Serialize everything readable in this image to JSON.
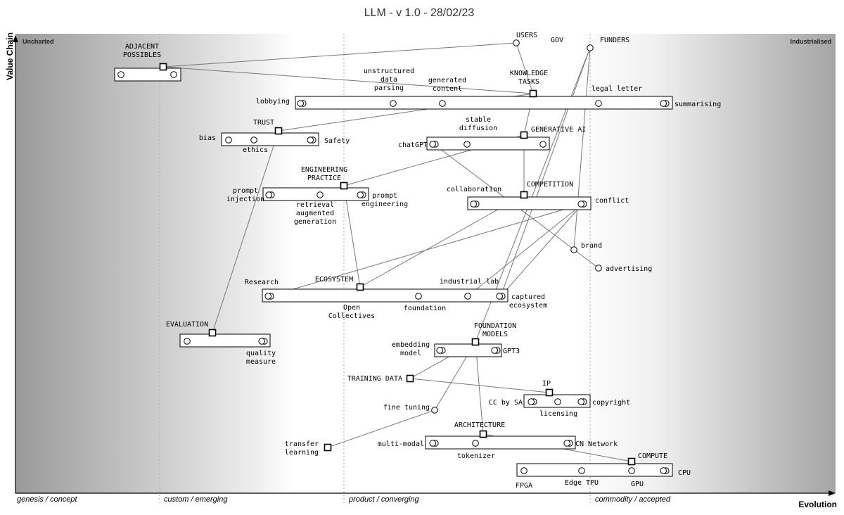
{
  "title": "LLM - v 1.0 - 28/02/23",
  "axes": {
    "y_label": "Value Chain",
    "x_label": "Evolution",
    "stages": [
      "genesis / concept",
      "custom / emerging",
      "product / converging",
      "commodity / accepted"
    ],
    "left_corner": "Uncharted",
    "right_corner": "Industrialised"
  },
  "nodes": [
    {
      "id": "users",
      "label": [
        "USERS"
      ],
      "shape": "circle"
    },
    {
      "id": "gov",
      "label": [
        "GOV"
      ],
      "shape": "none"
    },
    {
      "id": "funders",
      "label": [
        "FUNDERS"
      ],
      "shape": "circle"
    },
    {
      "id": "adjacent",
      "label": [
        "ADJACENT",
        "POSSIBLES"
      ],
      "shape": "square"
    },
    {
      "id": "knowledge",
      "label": [
        "KNOWLEDGE",
        "TASKS"
      ],
      "shape": "square"
    },
    {
      "id": "unstructured",
      "label": [
        "unstructured",
        "data",
        "parsing"
      ],
      "shape": "circle"
    },
    {
      "id": "generated",
      "label": [
        "generated",
        "content"
      ],
      "shape": "circle"
    },
    {
      "id": "lobbying",
      "label": [
        "lobbying"
      ],
      "shape": "double"
    },
    {
      "id": "legal",
      "label": [
        "legal letter"
      ],
      "shape": "circle"
    },
    {
      "id": "summarising",
      "label": [
        "summarising"
      ],
      "shape": "double"
    },
    {
      "id": "trust",
      "label": [
        "TRUST"
      ],
      "shape": "square"
    },
    {
      "id": "bias",
      "label": [
        "bias"
      ],
      "shape": "circle"
    },
    {
      "id": "ethics",
      "label": [
        "ethics"
      ],
      "shape": "circle"
    },
    {
      "id": "safety",
      "label": [
        "Safety"
      ],
      "shape": "double"
    },
    {
      "id": "generative",
      "label": [
        "GENERATIVE AI"
      ],
      "shape": "square"
    },
    {
      "id": "stable",
      "label": [
        "stable",
        "diffusion"
      ],
      "shape": "circle"
    },
    {
      "id": "chatgpt",
      "label": [
        "chatGPT"
      ],
      "shape": "double"
    },
    {
      "id": "gen_right",
      "label": [],
      "shape": "circle"
    },
    {
      "id": "engineering",
      "label": [
        "ENGINEERING",
        "PRACTICE"
      ],
      "shape": "square"
    },
    {
      "id": "prompt_inj",
      "label": [
        "prompt",
        "injection"
      ],
      "shape": "double"
    },
    {
      "id": "rag",
      "label": [
        "retrieval",
        "augmented",
        "generation"
      ],
      "shape": "circle"
    },
    {
      "id": "prompt_eng",
      "label": [
        "prompt",
        "engineering"
      ],
      "shape": "double"
    },
    {
      "id": "competition",
      "label": [
        "COMPETITION"
      ],
      "shape": "square"
    },
    {
      "id": "collaboration",
      "label": [
        "collaboration"
      ],
      "shape": "double"
    },
    {
      "id": "conflict",
      "label": [
        "conflict"
      ],
      "shape": "double"
    },
    {
      "id": "brand",
      "label": [
        "brand"
      ],
      "shape": "circle"
    },
    {
      "id": "advertising",
      "label": [
        "advertising"
      ],
      "shape": "circle"
    },
    {
      "id": "ecosystem",
      "label": [
        "ECOSYSTEM"
      ],
      "shape": "square"
    },
    {
      "id": "research",
      "label": [
        "Research"
      ],
      "shape": "double"
    },
    {
      "id": "open_coll",
      "label": [
        "Open",
        "Collectives"
      ],
      "shape": "none"
    },
    {
      "id": "foundation",
      "label": [
        "foundation"
      ],
      "shape": "circle"
    },
    {
      "id": "industrial",
      "label": [
        "industrial lab"
      ],
      "shape": "circle"
    },
    {
      "id": "captured",
      "label": [
        "captured",
        "ecosystem"
      ],
      "shape": "double"
    },
    {
      "id": "evaluation",
      "label": [
        "EVALUATION"
      ],
      "shape": "square"
    },
    {
      "id": "eval_left",
      "label": [],
      "shape": "circle"
    },
    {
      "id": "quality",
      "label": [
        "quality",
        "measure"
      ],
      "shape": "double"
    },
    {
      "id": "foundation_models",
      "label": [
        "FOUNDATION",
        "MODELS"
      ],
      "shape": "square"
    },
    {
      "id": "embedding",
      "label": [
        "embedding",
        "model"
      ],
      "shape": "double"
    },
    {
      "id": "gpt3",
      "label": [
        "GPT3"
      ],
      "shape": "double"
    },
    {
      "id": "training",
      "label": [
        "TRAINING DATA"
      ],
      "shape": "square"
    },
    {
      "id": "ip",
      "label": [
        "IP"
      ],
      "shape": "square"
    },
    {
      "id": "ccbysa",
      "label": [
        "CC by SA"
      ],
      "shape": "double"
    },
    {
      "id": "licensing",
      "label": [
        "licensing"
      ],
      "shape": "circle"
    },
    {
      "id": "copyright",
      "label": [
        "copyright"
      ],
      "shape": "double"
    },
    {
      "id": "fine_tuning",
      "label": [
        "fine tuning"
      ],
      "shape": "circle"
    },
    {
      "id": "transfer",
      "label": [
        "transfer",
        "learning"
      ],
      "shape": "square"
    },
    {
      "id": "architecture",
      "label": [
        "ARCHITECTURE"
      ],
      "shape": "square"
    },
    {
      "id": "multimodal",
      "label": [
        "multi-modal"
      ],
      "shape": "double"
    },
    {
      "id": "tokenizer",
      "label": [
        "tokenizer"
      ],
      "shape": "circle"
    },
    {
      "id": "cn_network",
      "label": [
        "CN Network"
      ],
      "shape": "double"
    },
    {
      "id": "compute",
      "label": [
        "COMPUTE"
      ],
      "shape": "square"
    },
    {
      "id": "fpga",
      "label": [
        "FPGA"
      ],
      "shape": "circle"
    },
    {
      "id": "edgetpu",
      "label": [
        "Edge TPU"
      ],
      "shape": "circle"
    },
    {
      "id": "gpu",
      "label": [
        "GPU"
      ],
      "shape": "circle"
    },
    {
      "id": "cpu",
      "label": [
        "CPU"
      ],
      "shape": "double"
    },
    {
      "id": "adj_left",
      "label": [],
      "shape": "circle"
    },
    {
      "id": "adj_right",
      "label": [],
      "shape": "circle"
    }
  ],
  "pipelines": [
    "adjacent",
    "knowledge",
    "trust",
    "generative",
    "engineering",
    "competition",
    "ecosystem",
    "evaluation",
    "foundation_models",
    "ip",
    "architecture",
    "compute"
  ],
  "edges": [
    [
      "users",
      "adjacent"
    ],
    [
      "users",
      "knowledge"
    ],
    [
      "adjacent",
      "knowledge"
    ],
    [
      "knowledge",
      "trust"
    ],
    [
      "knowledge",
      "generative"
    ],
    [
      "funders",
      "captured"
    ],
    [
      "funders",
      "brand"
    ],
    [
      "funders",
      "foundation_models"
    ],
    [
      "generative",
      "engineering"
    ],
    [
      "generative",
      "competition"
    ],
    [
      "chatgpt",
      "advertising"
    ],
    [
      "engineering",
      "ecosystem"
    ],
    [
      "trust",
      "evaluation"
    ],
    [
      "competition",
      "ecosystem"
    ],
    [
      "conflict",
      "research"
    ],
    [
      "conflict",
      "industrial"
    ],
    [
      "conflict",
      "captured"
    ],
    [
      "foundation_models",
      "training"
    ],
    [
      "foundation_models",
      "fine_tuning"
    ],
    [
      "foundation_models",
      "architecture"
    ],
    [
      "training",
      "ip"
    ],
    [
      "fine_tuning",
      "transfer"
    ],
    [
      "architecture",
      "compute"
    ]
  ]
}
